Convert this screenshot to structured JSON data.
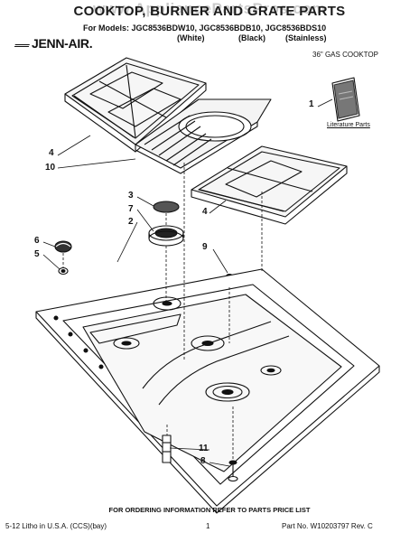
{
  "watermark": "www.AppliancePartsPros.com",
  "title": "COOKTOP, BURNER AND GRATE PARTS",
  "models": {
    "prefix": "For Models: JGC8536BDW10, JGC8536BDB10, JGC8536BDS10",
    "variants": [
      "(White)",
      "(Black)",
      "(Stainless)"
    ]
  },
  "brand": "JENN-AIR.",
  "product": "36\" GAS COOKTOP",
  "callouts": {
    "c1": "1",
    "c4a": "4",
    "c10": "10",
    "c3": "3",
    "c7": "7",
    "c2": "2",
    "c6": "6",
    "c5": "5",
    "c4b": "4",
    "c9": "9",
    "c11": "11",
    "c8": "8"
  },
  "literature_label": "Literature Parts",
  "footer": {
    "note": "FOR ORDERING INFORMATION REFER TO PARTS PRICE LIST",
    "left": "5-12 Litho in U.S.A. (CCS)(bay)",
    "page": "1",
    "right": "Part No. W10203797 Rev. C"
  }
}
